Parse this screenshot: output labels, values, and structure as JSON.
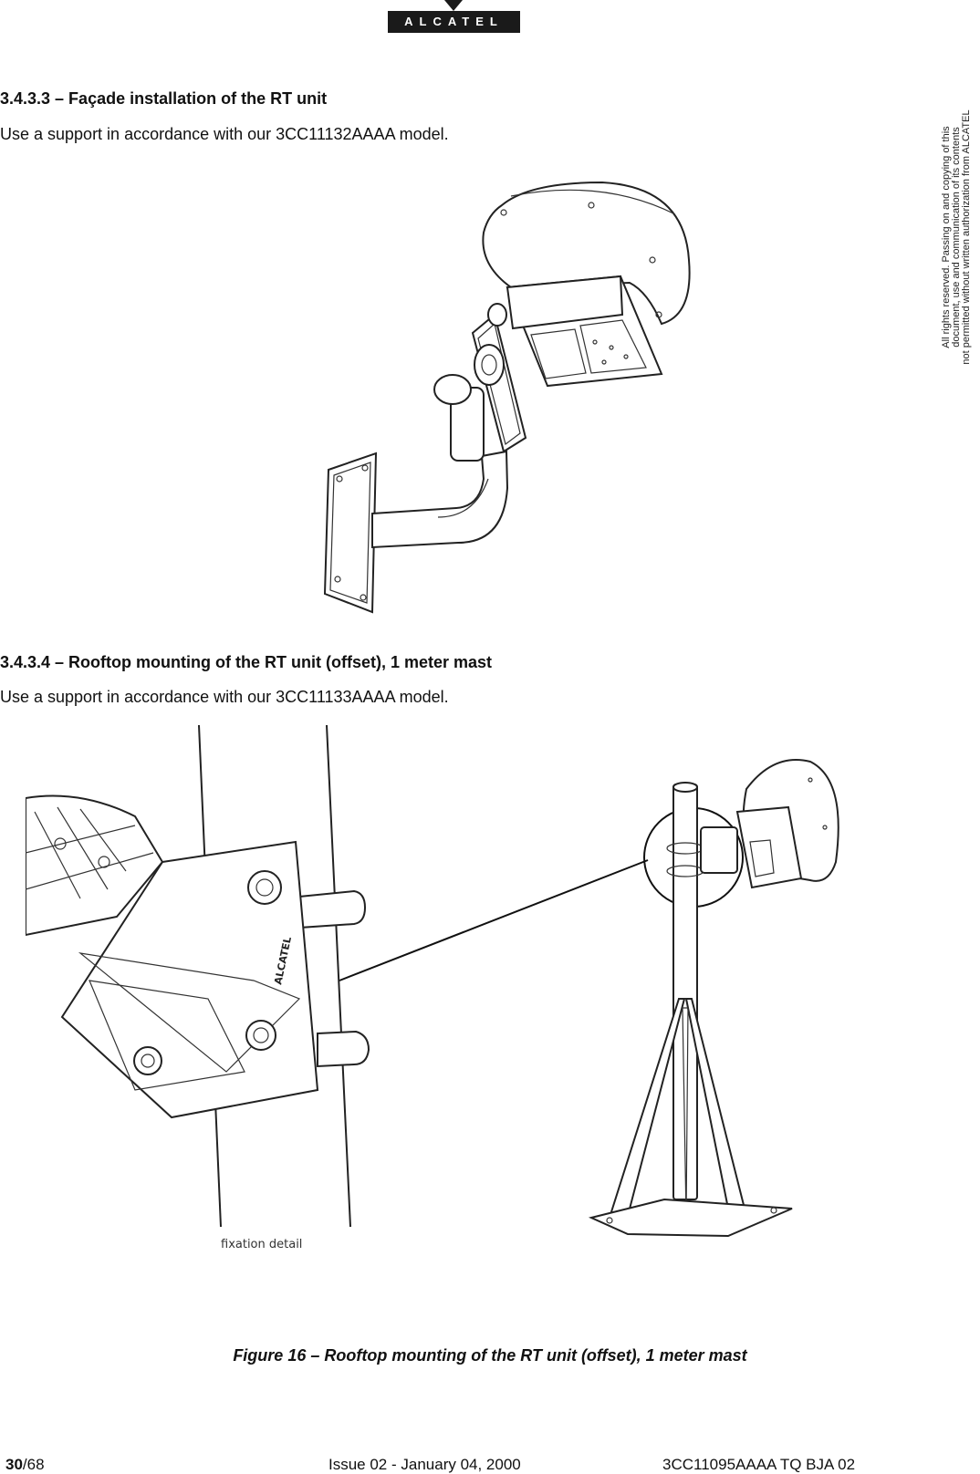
{
  "brand": {
    "logo_text": "ALCATEL"
  },
  "section1": {
    "heading": "3.4.3.3 – Façade installation of the RT unit",
    "text": "Use a support in accordance with our 3CC11132AAAA model."
  },
  "section2": {
    "heading": "3.4.3.4 – Rooftop mounting of the RT unit (offset), 1 meter mast",
    "text": "Use a support in accordance with our 3CC11133AAAA model."
  },
  "figure": {
    "fixation_label": "fixation detail",
    "caption": "Figure 16 – Rooftop mounting of the RT unit (offset), 1 meter mast"
  },
  "side_notice": [
    "All rights reserved. Passing on and copying of this",
    "document, use and communication of its contents",
    "not permitted without written authorization from ALCATEL"
  ],
  "footer": {
    "page_current": "30",
    "page_total": "/68",
    "issue": "Issue 02 - January 04, 2000",
    "doc_ref": "3CC11095AAAA TQ BJA 02"
  }
}
